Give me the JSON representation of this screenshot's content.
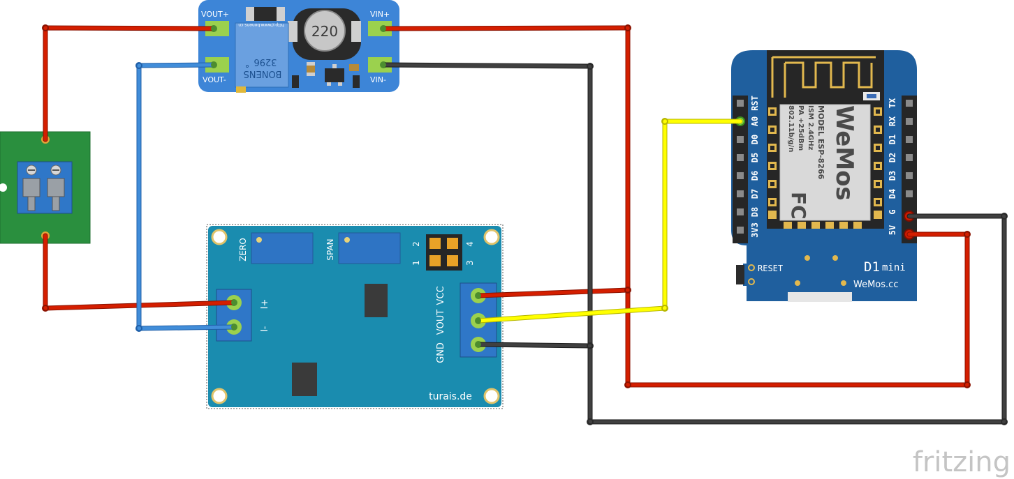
{
  "boost": {
    "vout_plus": "VOUT+",
    "vout_minus": "VOUT-",
    "vin_plus": "VIN+",
    "vin_minus": "VIN-",
    "inductor": "220",
    "pot_brand": "BONENS",
    "pot_code": "3296",
    "pot_mark": "°",
    "pcb_url": "http://www.bonens.cn"
  },
  "sensor": {
    "zero": "ZERO",
    "span": "SPAN",
    "i_plus": "I+",
    "i_minus": "I-",
    "vcc": "VCC",
    "vout": "VOUT",
    "gnd": "GND",
    "jumper_numbers": [
      "2",
      "4",
      "1",
      "3"
    ],
    "site": "turais.de"
  },
  "d1": {
    "left_pins": [
      "RST",
      "A0",
      "D0",
      "D5",
      "D6",
      "D7",
      "D8",
      "3V3"
    ],
    "right_pins": [
      "TX",
      "RX",
      "D1",
      "D2",
      "D3",
      "D4",
      "G",
      "5V"
    ],
    "logo": "WeMos",
    "model_line1": "MODEL  ESP-8266",
    "model_line2": "ISM 2.4GHz",
    "model_line3": "PA +25dBm",
    "model_line4": "802.11b/g/n",
    "fc": "FC",
    "reset": "RESET",
    "title_big": "D1",
    "title_small": "mini",
    "website": "WeMos.cc"
  },
  "brand": {
    "watermark": "fritzing"
  },
  "colors": {
    "wire_red": "#d41e00",
    "wire_black": "#404040",
    "wire_blue": "#418dd9",
    "wire_yellow": "#ffff00",
    "boost_board": "#3d85d7",
    "sensor_board": "#1a8caf",
    "d1_board": "#1f5f9e",
    "terminal_board": "#2a8f3e"
  }
}
